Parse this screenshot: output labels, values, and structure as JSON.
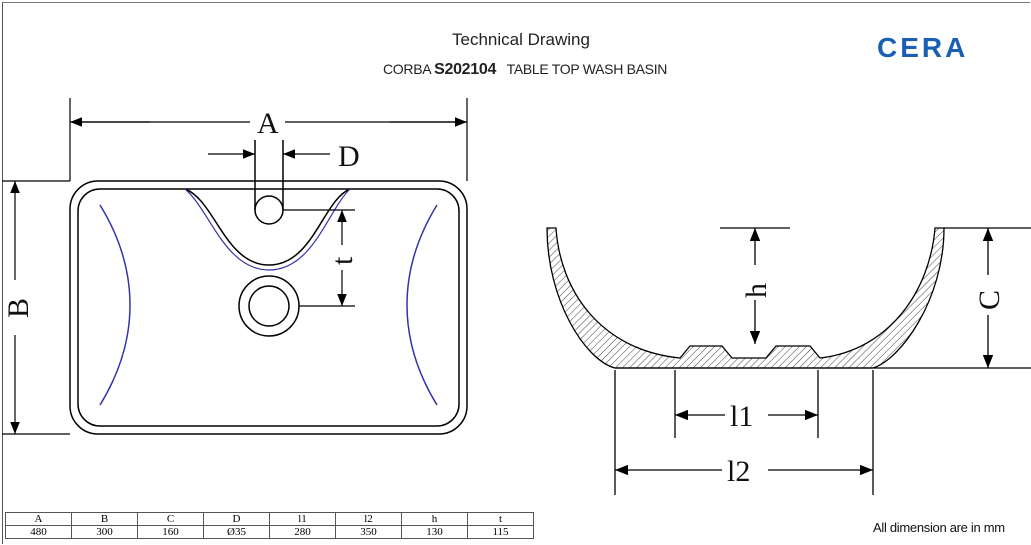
{
  "header": {
    "title": "Technical Drawing",
    "series": "CORBA",
    "code": "S202104",
    "product": "TABLE TOP WASH BASIN"
  },
  "logo": "CERA",
  "labels": {
    "A": "A",
    "B": "B",
    "C": "C",
    "D": "D",
    "t": "t",
    "h": "h",
    "l1": "l1",
    "l2": "l2"
  },
  "table": {
    "headers": [
      "A",
      "B",
      "C",
      "D",
      "l1",
      "l2",
      "h",
      "t"
    ],
    "values": [
      "480",
      "300",
      "160",
      "Ø35",
      "280",
      "350",
      "130",
      "115"
    ]
  },
  "note": "All dimension are in mm",
  "colors": {
    "logo": "#1b5fb5",
    "arc": "#3333aa"
  }
}
